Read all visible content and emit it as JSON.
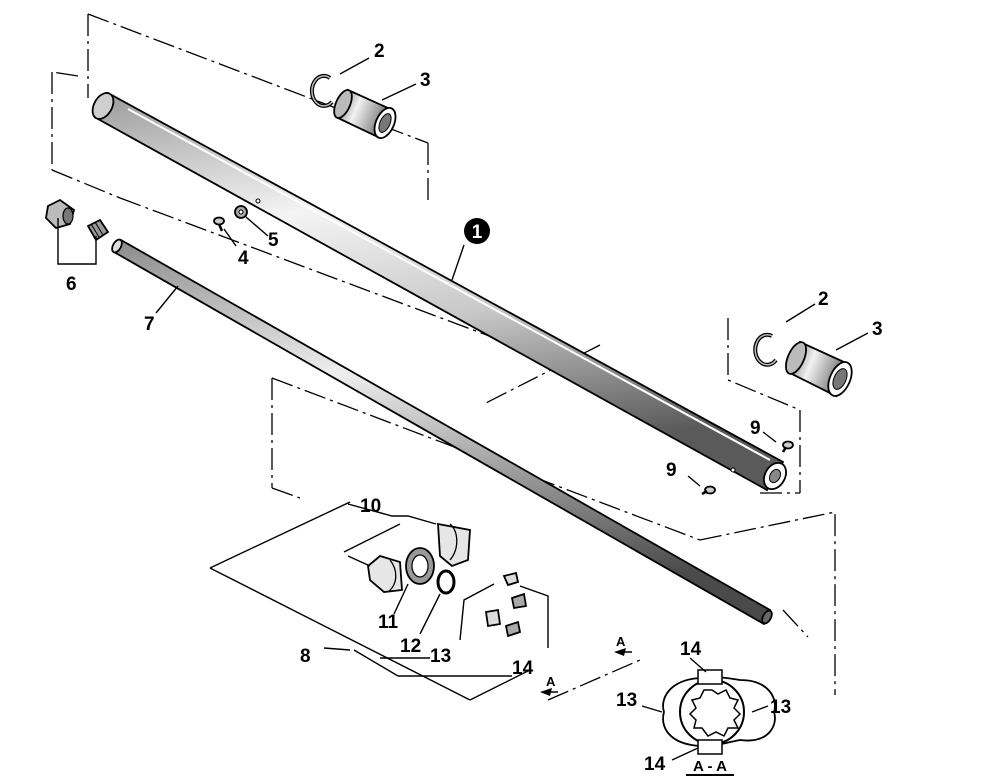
{
  "callouts": {
    "assembly": "1",
    "c2_top": "2",
    "c3_top": "3",
    "c2_right": "2",
    "c3_right": "3",
    "c4": "4",
    "c5": "5",
    "c6": "6",
    "c7": "7",
    "c8": "8",
    "c9_top": "9",
    "c9_bottom": "9",
    "c10": "10",
    "c11": "11",
    "c12": "12",
    "c13_list": "13",
    "c14_list": "14",
    "c13_left": "13",
    "c13_right": "13",
    "c14_top": "14",
    "c14_bottom": "14"
  },
  "section": {
    "arrow_a_upper": "A",
    "arrow_a_lower": "A",
    "view_label": "A - A"
  },
  "colors": {
    "ink": "#000000",
    "tube_fill": "#d7d7d7",
    "tube_dark": "#555555",
    "paper": "#ffffff"
  }
}
